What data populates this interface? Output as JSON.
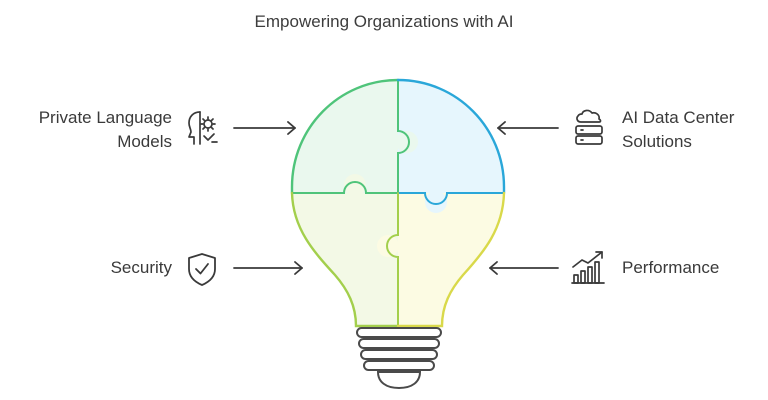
{
  "title": "Empowering Organizations with AI",
  "items": {
    "private_language_models": {
      "line1": "Private Language",
      "line2": "Models",
      "icon": "ai-head-gear-icon"
    },
    "ai_data_center": {
      "line1": "AI Data Center",
      "line2": "Solutions",
      "icon": "cloud-server-icon"
    },
    "security": {
      "label": "Security",
      "icon": "shield-check-icon"
    },
    "performance": {
      "label": "Performance",
      "icon": "growth-chart-icon"
    }
  },
  "colors": {
    "green_stroke": "#4fc47a",
    "green_fill": "#eaf8ee",
    "blue_stroke": "#2aa7d9",
    "blue_fill": "#e6f6fd",
    "lime_stroke": "#a3cf4c",
    "lime_fill": "#f3f9e6",
    "yellow_stroke": "#d9d94a",
    "yellow_fill": "#fcfbe3",
    "text": "#3a3a3a"
  }
}
